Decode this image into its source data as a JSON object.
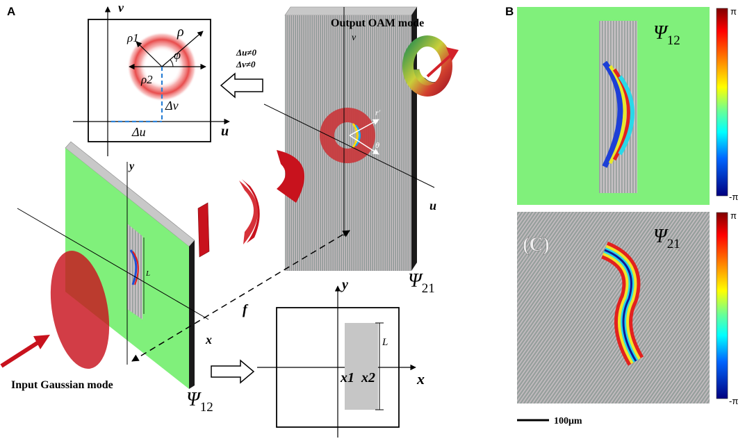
{
  "panel_a": {
    "letter": "A",
    "output_mode": "Output OAM mode",
    "input_mode": "Input Gaussian mode",
    "psi12": "Ψ",
    "psi12_sub": "12",
    "psi21": "Ψ",
    "psi21_sub": "21",
    "focal": "f",
    "offset_cond_u": "Δu≠0",
    "offset_cond_v": "Δv≠0",
    "inset_top": {
      "axis_v": "v",
      "axis_u": "u",
      "rho": "ρ",
      "rho1": "ρ1",
      "rho2": "ρ2",
      "phi": "φ",
      "delta_u": "Δu",
      "delta_v": "Δv"
    },
    "inset_bottom": {
      "axis_y": "y",
      "axis_x": "x",
      "length": "L",
      "x1": "x1",
      "x2": "x2"
    },
    "slm1": {
      "axis_y": "y",
      "axis_x": "x",
      "length": "L"
    },
    "slm2": {
      "axis_v": "v",
      "axis_u": "u",
      "r_prime": "r'",
      "theta": "θ"
    }
  },
  "panel_b": {
    "letter": "B",
    "top": {
      "label": "Ψ",
      "sub": "12"
    },
    "bottom": {
      "label": "Ψ",
      "sub": "21",
      "tag": "(C)"
    },
    "colorbar_top": "π",
    "colorbar_bottom": "-π",
    "scalebar": "100μm",
    "colors": {
      "green": "#7cf27b",
      "red": "#d8262c"
    }
  }
}
